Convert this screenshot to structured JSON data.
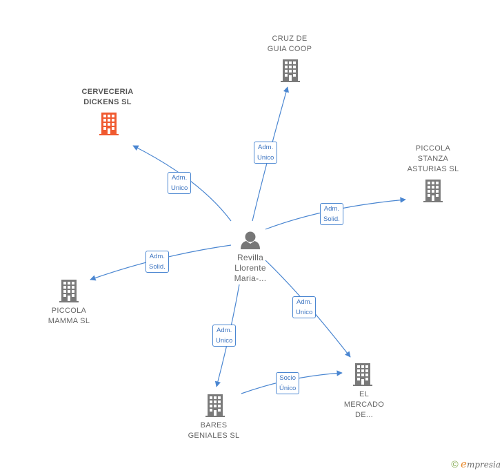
{
  "colors": {
    "edge": "#4a86d1",
    "building": "#7a7a7a",
    "highlight": "#f05a30",
    "person": "#777777"
  },
  "center": {
    "name": "Revilla\nLlorente\nMaria-...",
    "icon": "person-icon"
  },
  "companies": {
    "cerveceria": "CERVECERIA\nDICKENS  SL",
    "cruz": "CRUZ DE\nGUIA COOP",
    "stanza": "PICCOLA\nSTANZA\nASTURIAS  SL",
    "mamma": "PICCOLA\nMAMMA  SL",
    "bares": "BARES\nGENIALES  SL",
    "mercado": "EL\nMERCADO\nDE..."
  },
  "edges": {
    "cerveceria": "Adm.\nUnico",
    "cruz": "Adm.\nUnico",
    "stanza": "Adm.\nSolid.",
    "mamma": "Adm.\nSolid.",
    "bares": "Adm.\nUnico",
    "mercado": "Adm.\nUnico",
    "bares_mercado": "Socio\nÚnico"
  },
  "footer": {
    "copyright": "©",
    "brand_initial": "e",
    "brand_rest": "mpresia"
  }
}
